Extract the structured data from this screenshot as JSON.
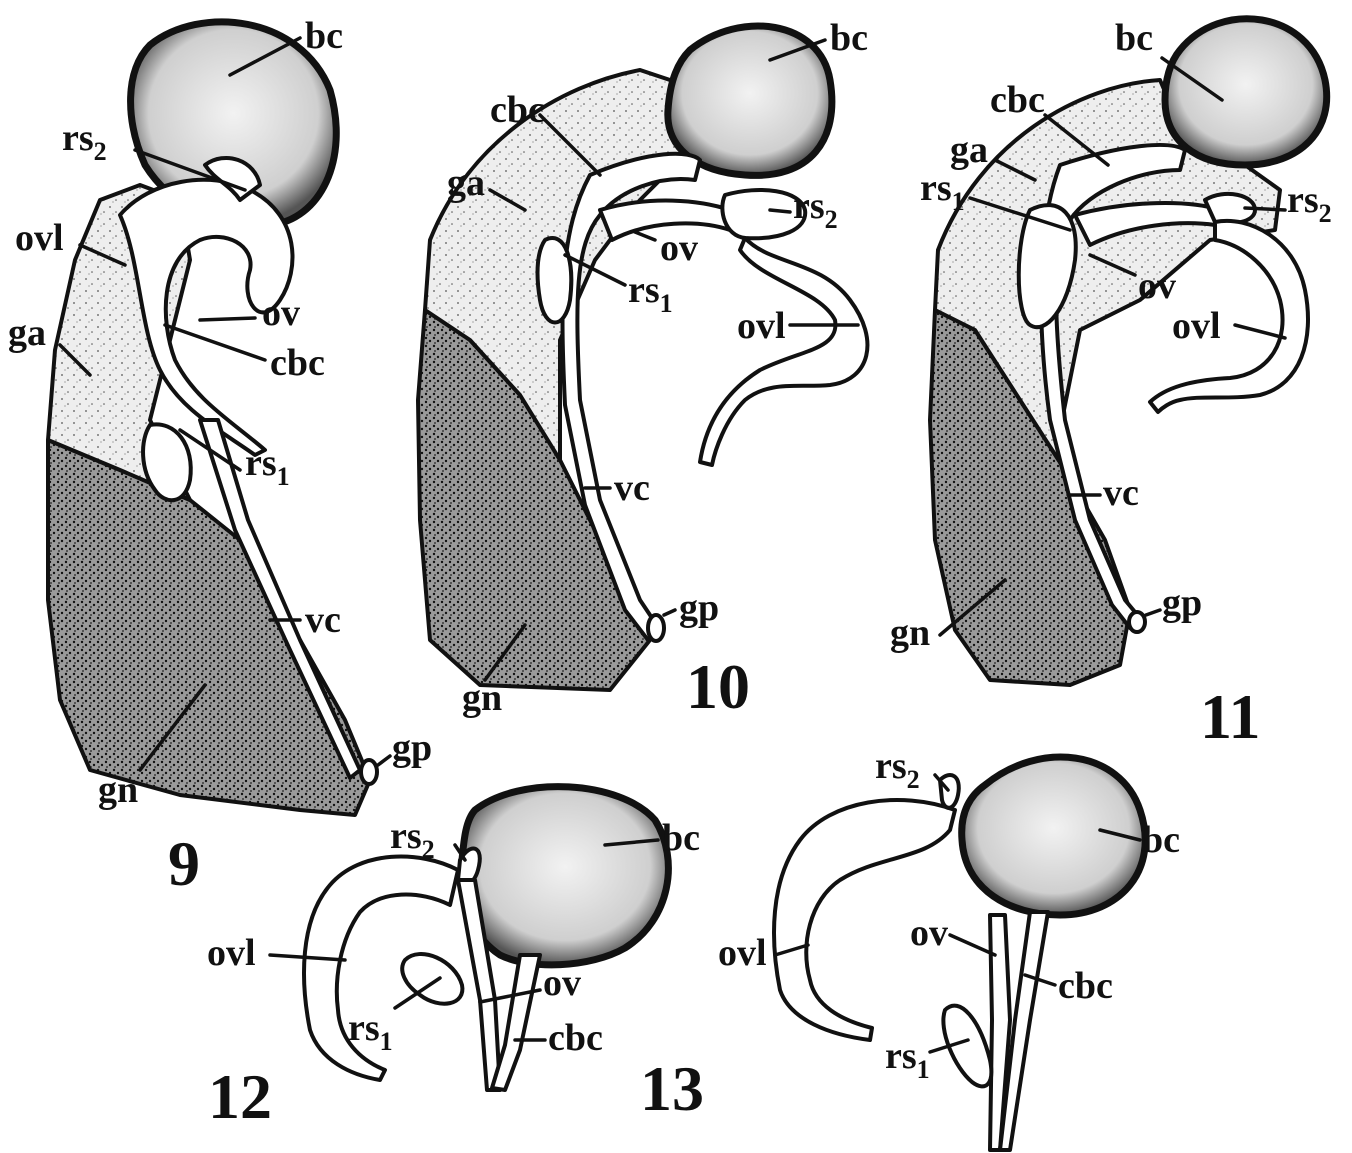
{
  "figures": [
    {
      "number": "9",
      "labels": {
        "bc": "bc",
        "rs2": "rs",
        "rs2_sub": "2",
        "ovl": "ovl",
        "ov": "ov",
        "cbc": "cbc",
        "ga": "ga",
        "rs1": "rs",
        "rs1_sub": "1",
        "vc": "vc",
        "gn": "gn",
        "gp": "gp"
      }
    },
    {
      "number": "10",
      "labels": {
        "bc": "bc",
        "cbc": "cbc",
        "ga": "ga",
        "rs2": "rs",
        "rs2_sub": "2",
        "ov": "ov",
        "rs1": "rs",
        "rs1_sub": "1",
        "ovl": "ovl",
        "vc": "vc",
        "gp": "gp",
        "gn": "gn"
      }
    },
    {
      "number": "11",
      "labels": {
        "bc": "bc",
        "cbc": "cbc",
        "ga": "ga",
        "rs1": "rs",
        "rs1_sub": "1",
        "rs2": "rs",
        "rs2_sub": "2",
        "ov": "ov",
        "ovl": "ovl",
        "vc": "vc",
        "gn": "gn",
        "gp": "gp"
      }
    },
    {
      "number": "12",
      "labels": {
        "rs2": "rs",
        "rs2_sub": "2",
        "bc": "bc",
        "ovl": "ovl",
        "ov": "ov",
        "rs1": "rs",
        "rs1_sub": "1",
        "cbc": "cbc"
      }
    },
    {
      "number": "13",
      "labels": {
        "rs2": "rs",
        "rs2_sub": "2",
        "bc": "bc",
        "ov": "ov",
        "ovl": "ovl",
        "cbc": "cbc",
        "rs1": "rs",
        "rs1_sub": "1"
      }
    }
  ],
  "colors": {
    "ink": "#111111",
    "background": "#ffffff",
    "bursa_fill": "#dcdcdc",
    "albumen_fill": "#e8e8e8",
    "nidamental_fill": "#8a8a8a",
    "duct_fill": "#ffffff"
  }
}
